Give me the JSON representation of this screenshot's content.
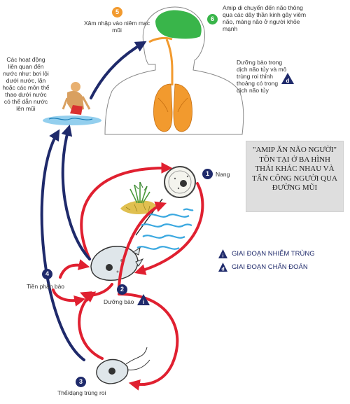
{
  "labels": {
    "step5": "Xâm nhập vào niêm mạc mũi",
    "step6": "Amip di chuyển đến não thông qua các dây thần kinh gây viêm não, màng não ở người khỏe mạnh",
    "activities": "Các hoạt động liên quan đến nước như: bơi lội dưới nước, lặn hoặc các môn thể thao dưới nước có thể dẫn nước lên mũi",
    "trophozoite_csf": "Dưỡng bào trong dịch não tủy và mô trùng roi thỉnh thoảng có trong dịch não tủy",
    "cyst": "Nang",
    "trophozoite": "Dưỡng bào",
    "fission": "Tiền phân bào",
    "flagellate": "Thể/dạng trùng roi"
  },
  "numbers": {
    "n1": "1",
    "n2": "2",
    "n3": "3",
    "n4": "4",
    "n5": "5",
    "n6": "6"
  },
  "markers": {
    "infective": "i",
    "diagnostic": "d"
  },
  "info_box": "\"AMIP ĂN NÃO NGƯỜI\" TỒN TẠI Ở BA HÌNH THÁI KHÁC NHAU VÀ TẤN CÔNG NGƯỜI QUA ĐƯỜNG MŨI",
  "legend": {
    "infective": "GIAI ĐOẠN NHIỄM TRÙNG",
    "diagnostic": "GIAI ĐOẠN CHẨN ĐOÁN"
  },
  "colors": {
    "red_arrow": "#e02030",
    "navy_arrow": "#1f2a6b",
    "lung": "#f29a2e",
    "brain": "#39b54a",
    "water": "#3aa8e0"
  }
}
